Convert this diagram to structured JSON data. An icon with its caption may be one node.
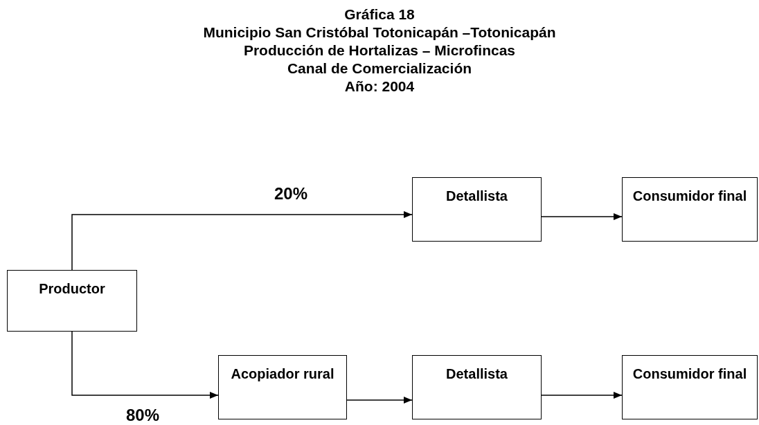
{
  "diagram": {
    "title": "Gráfica 18",
    "labels": [
      "Municipio San Cristóbal Totonicapán –Totonicapán",
      "Producción de Hortalizas – Microfincas",
      "Canal de Comercialización",
      "Año: 2004"
    ],
    "nodes": [
      {
        "text": [
          "Productor"
        ]
      },
      {
        "text": [
          "Detallista"
        ]
      },
      {
        "text": [
          "Consumidor final"
        ]
      },
      {
        "text": [
          "Acopiador rural"
        ]
      },
      {
        "text": [
          "Detallista"
        ]
      },
      {
        "text": [
          "Consumidor final"
        ]
      }
    ],
    "edges": [
      {
        "from": 0,
        "to": 1,
        "arrow": "to",
        "label": "20%"
      },
      {
        "from": 1,
        "to": 2,
        "arrow": "to"
      },
      {
        "from": 0,
        "to": 3,
        "arrow": "to",
        "label": "80%"
      },
      {
        "from": 3,
        "to": 4,
        "arrow": "to"
      },
      {
        "from": 4,
        "to": 5,
        "arrow": "to"
      }
    ]
  }
}
